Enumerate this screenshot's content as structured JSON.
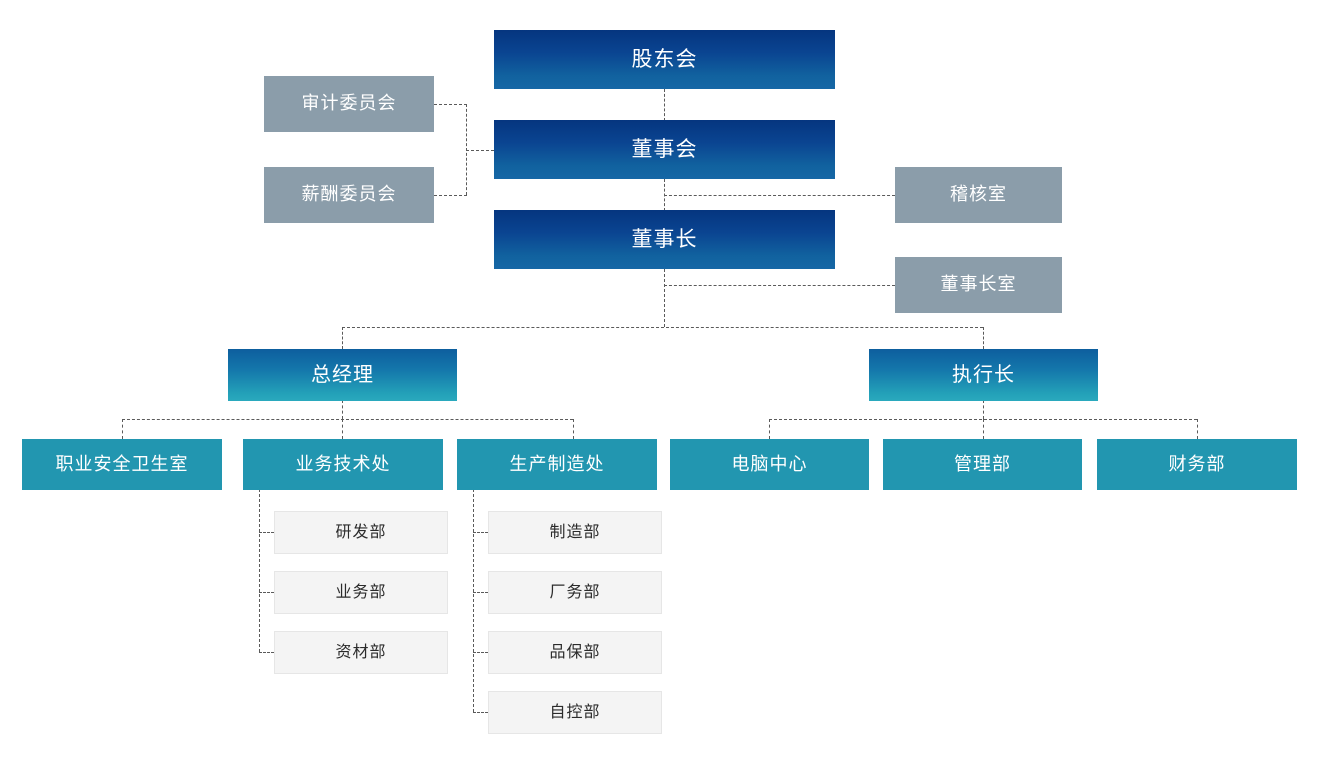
{
  "chart": {
    "type": "org-chart",
    "title": "",
    "orientation": "top-down",
    "colors": {
      "executive": "#0a4491",
      "manager": "#1477ab",
      "staff": "#8b9daa",
      "department": "#2296b0",
      "subdepartment": "#f4f4f4",
      "connector": "#5a5a5a",
      "background": "#ffffff"
    },
    "nodes": {
      "shareholders_meeting": "股东会",
      "board_of_directors": "董事会",
      "chairman": "董事长",
      "audit_committee": "审计委员会",
      "compensation_committee": "薪酬委员会",
      "audit_office": "稽核室",
      "chairman_office": "董事长室",
      "general_manager": "总经理",
      "chief_executive": "执行长",
      "occupational_safety_office": "职业安全卫生室",
      "business_technology_div": "业务技术处",
      "production_manufacturing_div": "生产制造处",
      "computer_center": "电脑中心",
      "management_dept": "管理部",
      "finance_dept": "财务部",
      "rnd_dept": "研发部",
      "business_dept": "业务部",
      "materials_dept": "资材部",
      "manufacturing_dept": "制造部",
      "plant_affairs_dept": "厂务部",
      "quality_assurance_dept": "品保部",
      "automation_control_dept": "自控部"
    },
    "hierarchy": [
      {
        "level": 1,
        "label": "股东会",
        "children": [
          {
            "level": 2,
            "label": "董事会",
            "advisors": [
              "审计委员会",
              "薪酬委员会",
              "稽核室"
            ],
            "children": [
              {
                "level": 3,
                "label": "董事长",
                "advisors": [
                  "董事长室"
                ],
                "children": [
                  {
                    "level": 4,
                    "label": "总经理",
                    "children": [
                      {
                        "level": 5,
                        "label": "职业安全卫生室",
                        "children": []
                      },
                      {
                        "level": 5,
                        "label": "业务技术处",
                        "children": [
                          {
                            "level": 6,
                            "label": "研发部"
                          },
                          {
                            "level": 6,
                            "label": "业务部"
                          },
                          {
                            "level": 6,
                            "label": "资材部"
                          }
                        ]
                      },
                      {
                        "level": 5,
                        "label": "生产制造处",
                        "children": [
                          {
                            "level": 6,
                            "label": "制造部"
                          },
                          {
                            "level": 6,
                            "label": "厂务部"
                          },
                          {
                            "level": 6,
                            "label": "品保部"
                          },
                          {
                            "level": 6,
                            "label": "自控部"
                          }
                        ]
                      }
                    ]
                  },
                  {
                    "level": 4,
                    "label": "执行长",
                    "children": [
                      {
                        "level": 5,
                        "label": "电脑中心",
                        "children": []
                      },
                      {
                        "level": 5,
                        "label": "管理部",
                        "children": []
                      },
                      {
                        "level": 5,
                        "label": "财务部",
                        "children": []
                      }
                    ]
                  }
                ]
              }
            ]
          }
        ]
      }
    ]
  }
}
